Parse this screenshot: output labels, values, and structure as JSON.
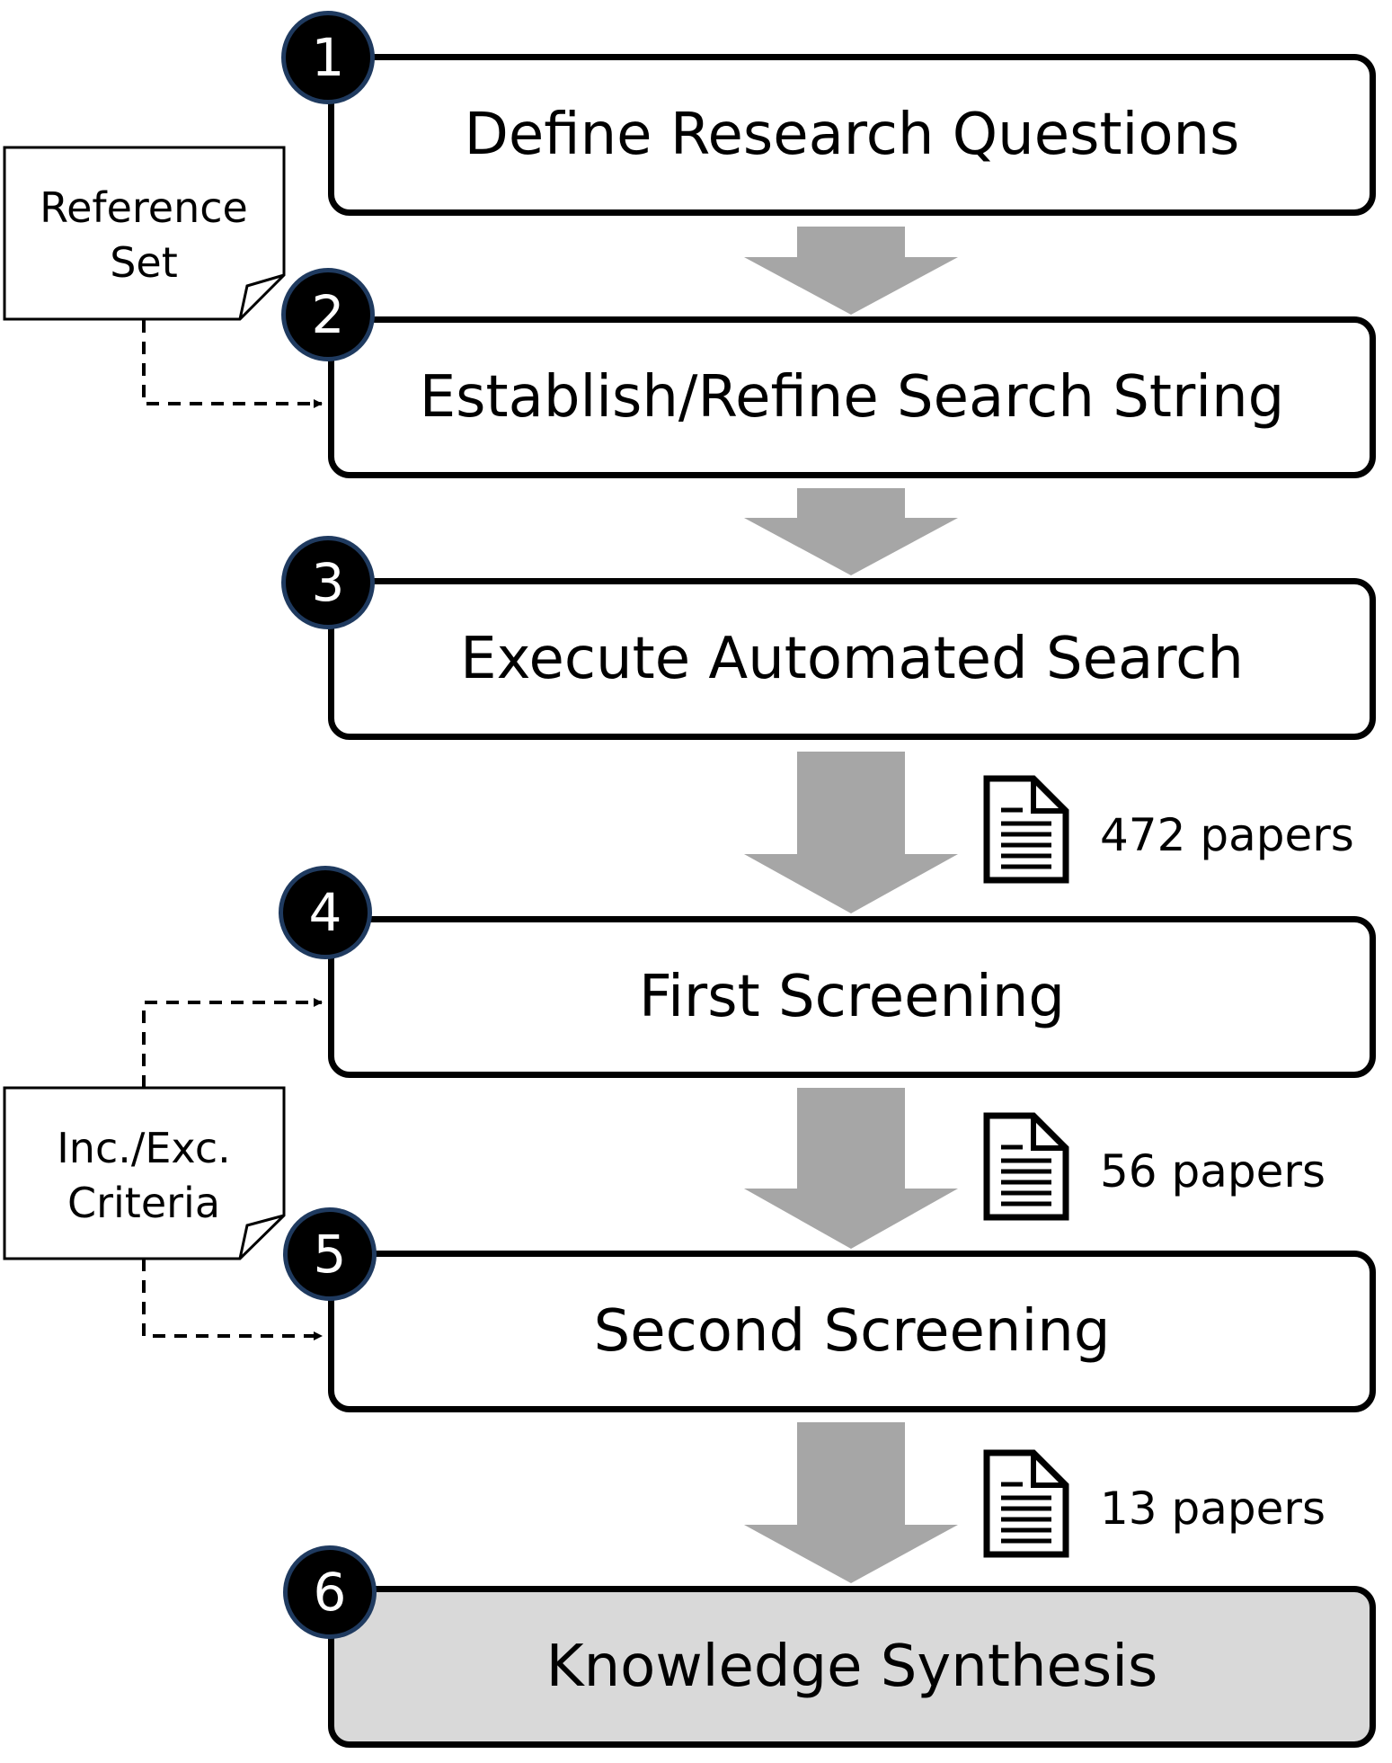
{
  "steps": [
    {
      "number": "1",
      "label": "Define Research Questions"
    },
    {
      "number": "2",
      "label": "Establish/Refine Search String"
    },
    {
      "number": "3",
      "label": "Execute Automated Search"
    },
    {
      "number": "4",
      "label": "First Screening"
    },
    {
      "number": "5",
      "label": "Second Screening"
    },
    {
      "number": "6",
      "label": "Knowledge Synthesis"
    }
  ],
  "paper_counts": [
    {
      "label": "472 papers"
    },
    {
      "label": "56 papers"
    },
    {
      "label": "13 papers"
    }
  ],
  "notes": {
    "reference_set": {
      "line1": "Reference",
      "line2": "Set"
    },
    "criteria": {
      "line1": "Inc./Exc.",
      "line2": "Criteria"
    }
  },
  "icons": {
    "flow_arrow": "down-arrow-icon",
    "paper": "document-icon"
  },
  "colors": {
    "arrow_gray": "#a6a6a6",
    "final_fill": "#d9d9d9",
    "badge_ring": "#1f3a5f"
  }
}
